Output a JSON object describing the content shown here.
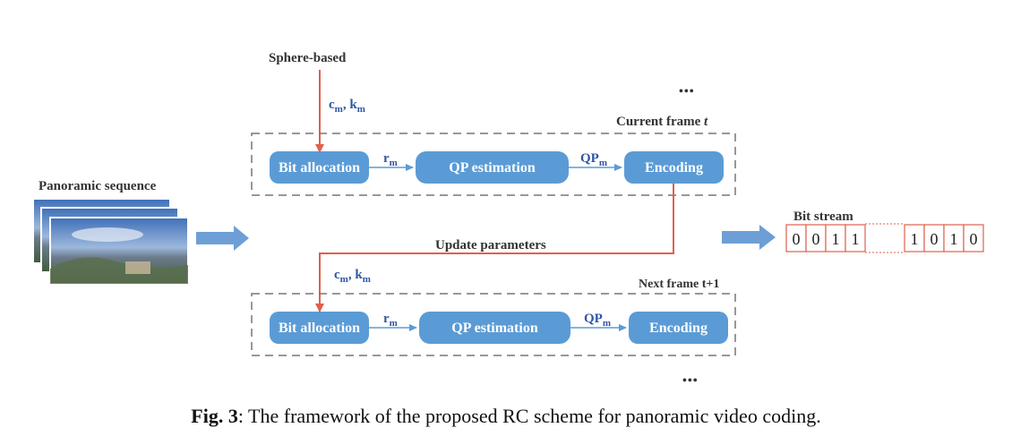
{
  "labels": {
    "sphere_based": "Sphere-based",
    "panoramic_sequence": "Panoramic sequence",
    "current_frame": "Current frame",
    "current_frame_var": "t",
    "next_frame": "Next frame t+1",
    "update_parameters": "Update parameters",
    "bit_stream": "Bit stream",
    "ellipsis": "•••"
  },
  "params": {
    "c": "c",
    "k": "k",
    "sub_m": "m",
    "sep": ", ",
    "r": "r",
    "qp": "QP"
  },
  "blocks": {
    "bit_allocation": "Bit allocation",
    "qp_estimation": "QP estimation",
    "encoding": "Encoding"
  },
  "bitstream": {
    "bits_left": [
      "0",
      "0",
      "1",
      "1"
    ],
    "bits_right": [
      "1",
      "0",
      "1",
      "0"
    ]
  },
  "caption": {
    "prefix": "Fig. 3",
    "text": ": The framework of the proposed RC scheme for panoramic video coding."
  },
  "colors": {
    "node_fill": "#5b9bd5",
    "param_text": "#2f55a4",
    "red_arrow": "#e0604e",
    "dashed_border": "#777777",
    "big_arrow": "#6d9fd6"
  }
}
